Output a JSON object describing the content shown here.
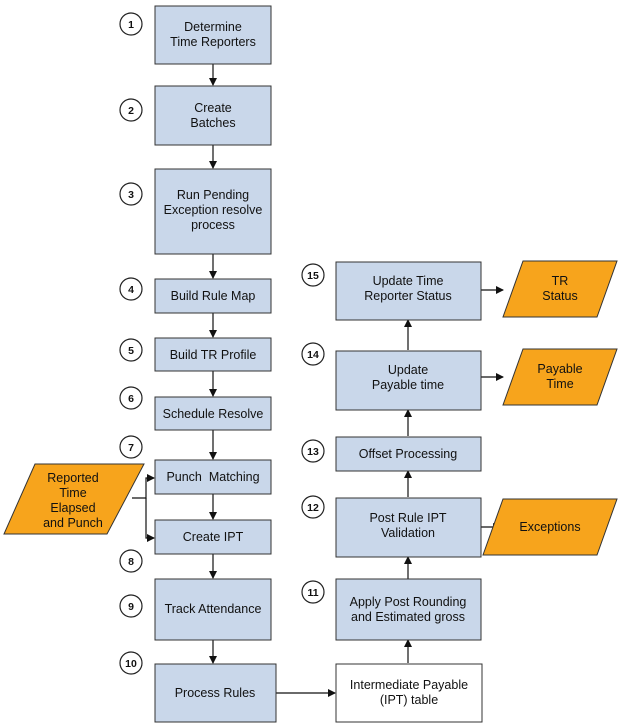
{
  "steps": [
    {
      "num": "1",
      "lines": [
        "Determine",
        "Time Reporters"
      ]
    },
    {
      "num": "2",
      "lines": [
        "Create",
        "Batches"
      ]
    },
    {
      "num": "3",
      "lines": [
        "Run Pending",
        "Exception resolve",
        "process"
      ]
    },
    {
      "num": "4",
      "lines": [
        "Build Rule Map"
      ]
    },
    {
      "num": "5",
      "lines": [
        "Build TR Profile"
      ]
    },
    {
      "num": "6",
      "lines": [
        "Schedule Resolve"
      ]
    },
    {
      "num": "7",
      "lines": [
        "Punch  Matching"
      ]
    },
    {
      "num": "8",
      "lines": [
        "Create IPT"
      ]
    },
    {
      "num": "9",
      "lines": [
        "Track Attendance"
      ]
    },
    {
      "num": "10",
      "lines": [
        "Process Rules"
      ]
    },
    {
      "num": "11",
      "lines": [
        "Apply Post Rounding",
        "and Estimated gross"
      ]
    },
    {
      "num": "12",
      "lines": [
        "Post Rule IPT",
        "Validation"
      ]
    },
    {
      "num": "13",
      "lines": [
        "Offset Processing"
      ]
    },
    {
      "num": "14",
      "lines": [
        "Update",
        "Payable time"
      ]
    },
    {
      "num": "15",
      "lines": [
        "Update Time",
        "Reporter Status"
      ]
    }
  ],
  "table_box": {
    "lines": [
      "Intermediate Payable",
      "(IPT) table"
    ]
  },
  "inputs": [
    {
      "lines": [
        "Reported",
        "Time",
        "Elapsed",
        "and Punch"
      ]
    }
  ],
  "outputs": [
    {
      "lines": [
        "TR",
        "Status"
      ]
    },
    {
      "lines": [
        "Payable",
        "Time"
      ]
    },
    {
      "lines": [
        "Exceptions"
      ]
    }
  ],
  "colors": {
    "process_box": "#c9d7ea",
    "io_shape": "#f7a41c",
    "table_box": "#ffffff"
  }
}
